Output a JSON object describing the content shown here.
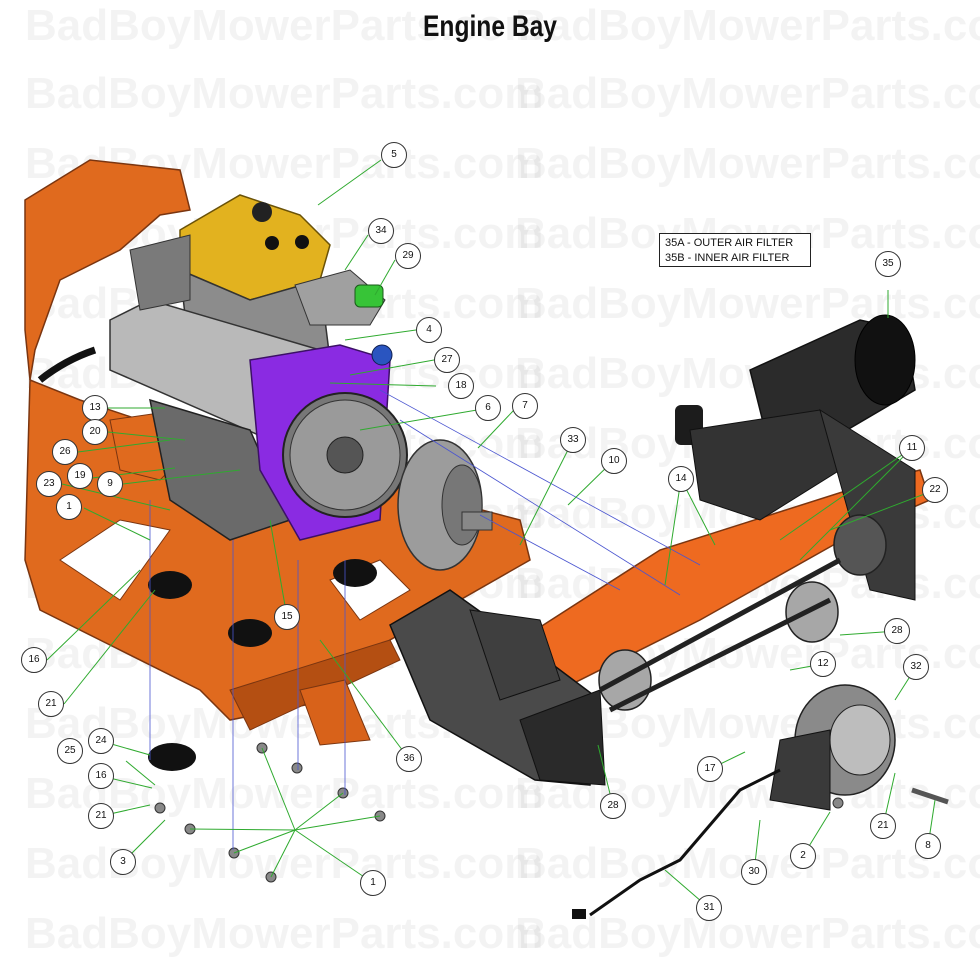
{
  "title": "Engine Bay",
  "watermark_text": "BadBoyMowerParts.com",
  "legend": {
    "line1": "35A - OUTER AIR FILTER",
    "line2": "35B - INNER AIR FILTER"
  },
  "callouts": [
    "5",
    "34",
    "29",
    "4",
    "27",
    "18",
    "6",
    "7",
    "13",
    "20",
    "26",
    "19",
    "9",
    "23",
    "1",
    "16",
    "21",
    "15",
    "33",
    "10",
    "14",
    "11",
    "22",
    "35",
    "28",
    "12",
    "32",
    "17",
    "36",
    "24",
    "25",
    "16",
    "21",
    "3",
    "1",
    "28",
    "21",
    "8",
    "2",
    "30",
    "31"
  ],
  "colors": {
    "frame_orange": "#e06a1e",
    "engine_yellow": "#e2b21f",
    "engine_purple": "#8a2be2",
    "leader_green": "#2faa2f",
    "leader_blue": "#4a55d0"
  }
}
